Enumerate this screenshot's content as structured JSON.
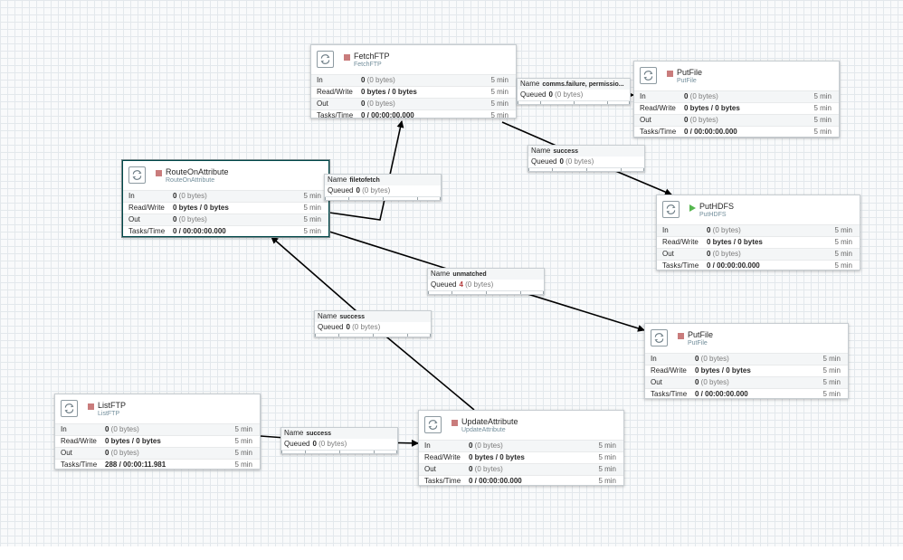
{
  "processors": {
    "fetchftp": {
      "name": "FetchFTP",
      "type": "FetchFTP",
      "status": "stopped",
      "rows": [
        {
          "key": "In",
          "value": "0",
          "sub": " (0 bytes)",
          "time": "5 min"
        },
        {
          "key": "Read/Write",
          "value": "0 bytes / 0 bytes",
          "sub": "",
          "time": "5 min"
        },
        {
          "key": "Out",
          "value": "0",
          "sub": " (0 bytes)",
          "time": "5 min"
        },
        {
          "key": "Tasks/Time",
          "value": "0 / 00:00:00.000",
          "sub": "",
          "time": "5 min"
        }
      ]
    },
    "putfile_top": {
      "name": "PutFile",
      "type": "PutFile",
      "status": "stopped",
      "rows": [
        {
          "key": "In",
          "value": "0",
          "sub": " (0 bytes)",
          "time": "5 min"
        },
        {
          "key": "Read/Write",
          "value": "0 bytes / 0 bytes",
          "sub": "",
          "time": "5 min"
        },
        {
          "key": "Out",
          "value": "0",
          "sub": " (0 bytes)",
          "time": "5 min"
        },
        {
          "key": "Tasks/Time",
          "value": "0 / 00:00:00.000",
          "sub": "",
          "time": "5 min"
        }
      ]
    },
    "routeonattribute": {
      "name": "RouteOnAttribute",
      "type": "RouteOnAttribute",
      "status": "stopped",
      "rows": [
        {
          "key": "In",
          "value": "0",
          "sub": " (0 bytes)",
          "time": "5 min"
        },
        {
          "key": "Read/Write",
          "value": "0 bytes / 0 bytes",
          "sub": "",
          "time": "5 min"
        },
        {
          "key": "Out",
          "value": "0",
          "sub": " (0 bytes)",
          "time": "5 min"
        },
        {
          "key": "Tasks/Time",
          "value": "0 / 00:00:00.000",
          "sub": "",
          "time": "5 min"
        }
      ]
    },
    "puthdfs": {
      "name": "PutHDFS",
      "type": "PutHDFS",
      "status": "running",
      "rows": [
        {
          "key": "In",
          "value": "0",
          "sub": " (0 bytes)",
          "time": "5 min"
        },
        {
          "key": "Read/Write",
          "value": "0 bytes / 0 bytes",
          "sub": "",
          "time": "5 min"
        },
        {
          "key": "Out",
          "value": "0",
          "sub": " (0 bytes)",
          "time": "5 min"
        },
        {
          "key": "Tasks/Time",
          "value": "0 / 00:00:00.000",
          "sub": "",
          "time": "5 min"
        }
      ]
    },
    "putfile_bottom": {
      "name": "PutFile",
      "type": "PutFile",
      "status": "stopped",
      "rows": [
        {
          "key": "In",
          "value": "0",
          "sub": " (0 bytes)",
          "time": "5 min"
        },
        {
          "key": "Read/Write",
          "value": "0 bytes / 0 bytes",
          "sub": "",
          "time": "5 min"
        },
        {
          "key": "Out",
          "value": "0",
          "sub": " (0 bytes)",
          "time": "5 min"
        },
        {
          "key": "Tasks/Time",
          "value": "0 / 00:00:00.000",
          "sub": "",
          "time": "5 min"
        }
      ]
    },
    "listftp": {
      "name": "ListFTP",
      "type": "ListFTP",
      "status": "stopped",
      "rows": [
        {
          "key": "In",
          "value": "0",
          "sub": " (0 bytes)",
          "time": "5 min"
        },
        {
          "key": "Read/Write",
          "value": "0 bytes / 0 bytes",
          "sub": "",
          "time": "5 min"
        },
        {
          "key": "Out",
          "value": "0",
          "sub": " (0 bytes)",
          "time": "5 min"
        },
        {
          "key": "Tasks/Time",
          "value": "288 / 00:00:11.981",
          "sub": "",
          "time": "5 min"
        }
      ]
    },
    "updateattribute": {
      "name": "UpdateAttribute",
      "type": "UpdateAttribute",
      "status": "stopped",
      "rows": [
        {
          "key": "In",
          "value": "0",
          "sub": " (0 bytes)",
          "time": "5 min"
        },
        {
          "key": "Read/Write",
          "value": "0 bytes / 0 bytes",
          "sub": "",
          "time": "5 min"
        },
        {
          "key": "Out",
          "value": "0",
          "sub": " (0 bytes)",
          "time": "5 min"
        },
        {
          "key": "Tasks/Time",
          "value": "0 / 00:00:00.000",
          "sub": "",
          "time": "5 min"
        }
      ]
    }
  },
  "connections": {
    "failure": {
      "name_label": "Name",
      "name": "comms.failure, permissio...",
      "queued_label": "Queued",
      "queued": "0",
      "queued_sub": " (0 bytes)"
    },
    "fetch_success": {
      "name_label": "Name",
      "name": "success",
      "queued_label": "Queued",
      "queued": "0",
      "queued_sub": " (0 bytes)"
    },
    "filetofetch": {
      "name_label": "Name",
      "name": "filetofetch",
      "queued_label": "Queued",
      "queued": "0",
      "queued_sub": " (0 bytes)"
    },
    "unmatched": {
      "name_label": "Name",
      "name": "unmatched",
      "queued_label": "Queued",
      "queued": "4",
      "queued_sub": " (0 bytes)"
    },
    "update_success": {
      "name_label": "Name",
      "name": "success",
      "queued_label": "Queued",
      "queued": "0",
      "queued_sub": " (0 bytes)"
    },
    "list_success": {
      "name_label": "Name",
      "name": "success",
      "queued_label": "Queued",
      "queued": "0",
      "queued_sub": " (0 bytes)"
    }
  },
  "colors": {
    "stopped": "#c97c7c",
    "running": "#55b64e",
    "selected_border": "#004849",
    "queued_nonzero": "#b33a3a"
  }
}
